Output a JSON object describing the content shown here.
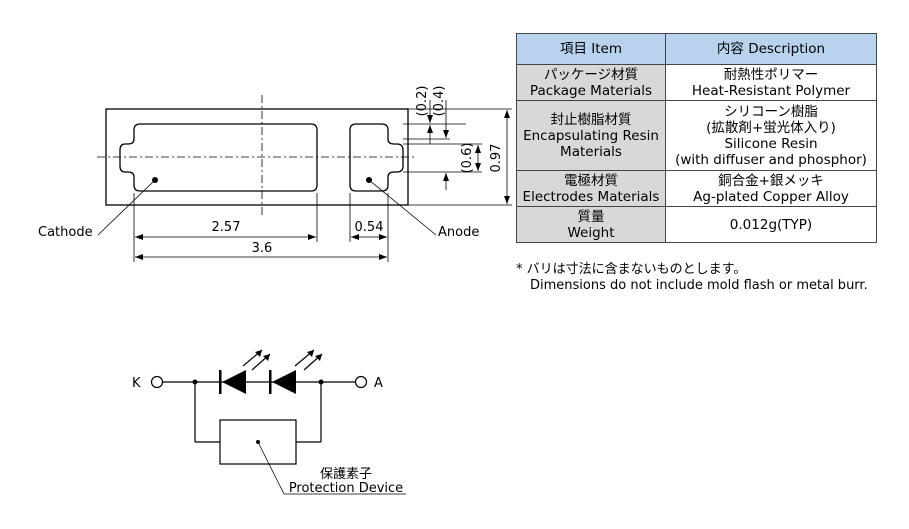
{
  "dimensions": {
    "d_257": "2.57",
    "d_054": "0.54",
    "d_36": "3.6",
    "d_02": "(0.2)",
    "d_04": "(0.4)",
    "d_06": "(0.6)",
    "d_097": "0.97"
  },
  "labels": {
    "cathode": "Cathode",
    "anode": "Anode",
    "k": "K",
    "a": "A",
    "protection_jp": "保護素子",
    "protection_en": "Protection Device"
  },
  "table": {
    "header_item": "項目 Item",
    "header_desc": "内容 Description",
    "rows": [
      {
        "item": [
          "パッケージ材質",
          "Package Materials"
        ],
        "desc": [
          "耐熱性ポリマー",
          "Heat-Resistant Polymer"
        ]
      },
      {
        "item": [
          "封止樹脂材質",
          "Encapsulating Resin",
          "Materials"
        ],
        "desc": [
          "シリコーン樹脂",
          "(拡散剤+蛍光体入り)",
          "Silicone Resin",
          "(with diffuser and phosphor)"
        ]
      },
      {
        "item": [
          "電極材質",
          "Electrodes Materials"
        ],
        "desc": [
          "銅合金+銀メッキ",
          "Ag-plated Copper Alloy"
        ]
      },
      {
        "item": [
          "質量",
          "Weight"
        ],
        "desc": [
          "0.012g(TYP)"
        ]
      }
    ]
  },
  "note": {
    "jp": "* バリは寸法に含まないものとします。",
    "en": "Dimensions do not include mold flash or metal burr."
  }
}
